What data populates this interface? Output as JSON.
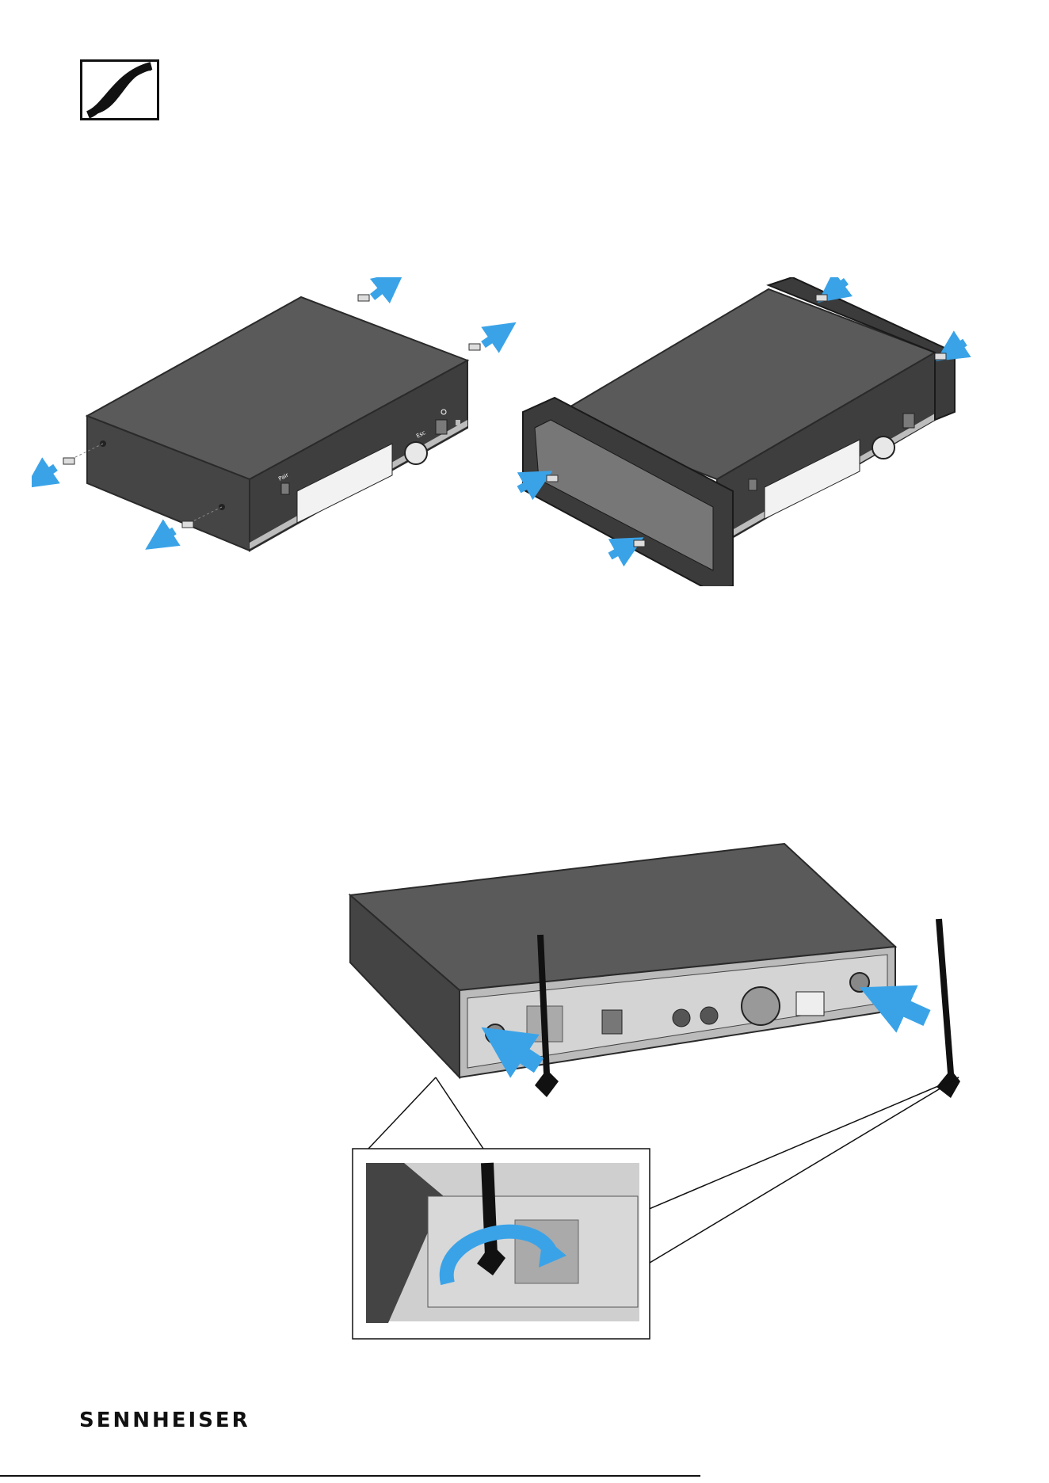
{
  "brand": {
    "wordmark": "SENNHEISER",
    "logo_icon": "sennheiser-s-logo"
  },
  "receiver": {
    "pair_label": "Pair",
    "esc_label": "Esc",
    "power_icon": "power-icon"
  },
  "callout": {
    "rotate_icon": "rotate-arrow-icon"
  },
  "colors": {
    "arrow": "#3aa3e8",
    "device_top": "#5a5a5a",
    "device_front": "#3e3e3e",
    "rack_ear": "#3b3b3b",
    "back_panel": "#cfcfcf"
  },
  "footer": {
    "print_code": ""
  }
}
